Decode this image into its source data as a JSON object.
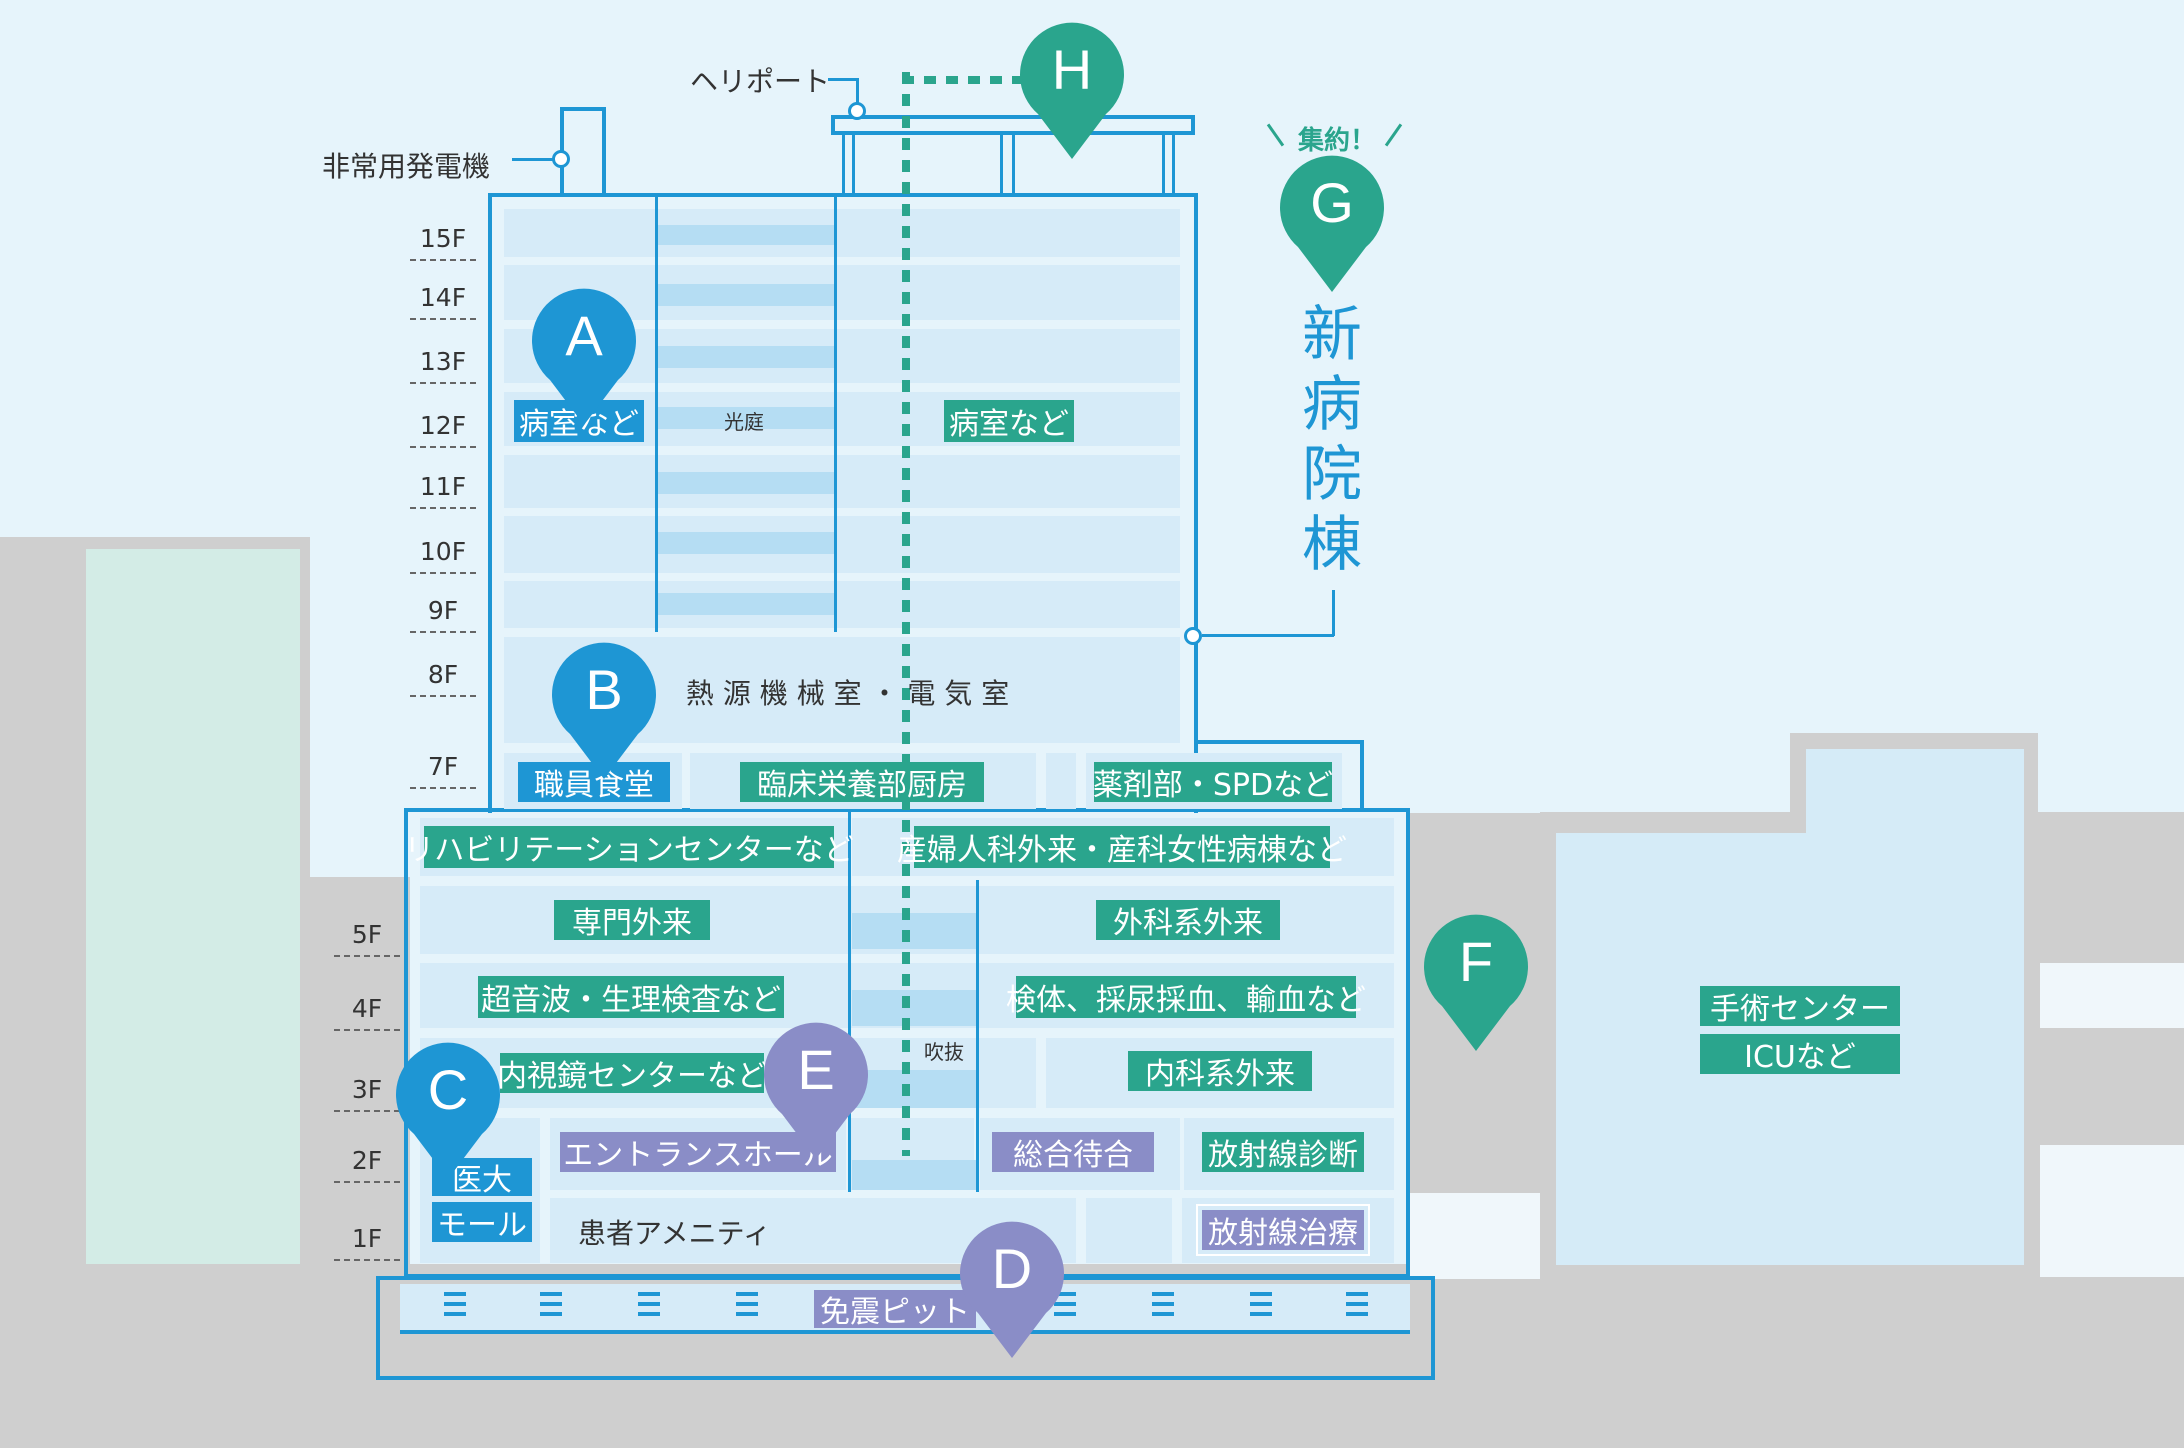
{
  "floors": [
    "15F",
    "14F",
    "13F",
    "12F",
    "11F",
    "10F",
    "9F",
    "8F",
    "7F",
    "5F",
    "4F",
    "3F",
    "2F",
    "1F"
  ],
  "annotations": {
    "helipad": "ヘリポート",
    "generator": "非常用発電機",
    "light_court": "光庭",
    "atrium": "吹抜",
    "machine_room": "熱 源 機 械 室 ・ 電 気 室",
    "amenity": "患者アメニティ",
    "consolidated": "集約！",
    "new_building": [
      "新",
      "病",
      "院",
      "棟"
    ]
  },
  "labels": {
    "wards_left": "病室など",
    "wards_right": "病室など",
    "staff_cafeteria": "職員食堂",
    "clinical_kitchen": "臨床栄養部厨房",
    "pharmacy": "薬剤部・SPDなど",
    "rehab": "リハビリテーションセンターなど",
    "obgyn": "産婦人科外来・産科女性病棟など",
    "specialty_outpatient": "専門外来",
    "surgical_outpatient": "外科系外来",
    "ultrasound": "超音波・生理検査など",
    "specimen": "検体、採尿採血、輸血など",
    "endoscopy": "内視鏡センターなど",
    "internal_outpatient": "内科系外来",
    "mall_1": "医大",
    "mall_2": "モール",
    "entrance_hall": "エントランスホール",
    "general_waiting": "総合待合",
    "radiology_dx": "放射線診断",
    "radiology_tx": "放射線治療",
    "seismic_pit": "免震ピット",
    "surgery_center": "手術センター",
    "icu": "ICUなど"
  },
  "markers": {
    "A": "A",
    "B": "B",
    "C": "C",
    "D": "D",
    "E": "E",
    "F": "F",
    "G": "G",
    "H": "H"
  },
  "colors": {
    "outline": "#1e96d4",
    "green": "#2aa58d",
    "purple": "#8a8dc7",
    "sky": "#e6f4fb",
    "ground": "#cfcfcf"
  }
}
